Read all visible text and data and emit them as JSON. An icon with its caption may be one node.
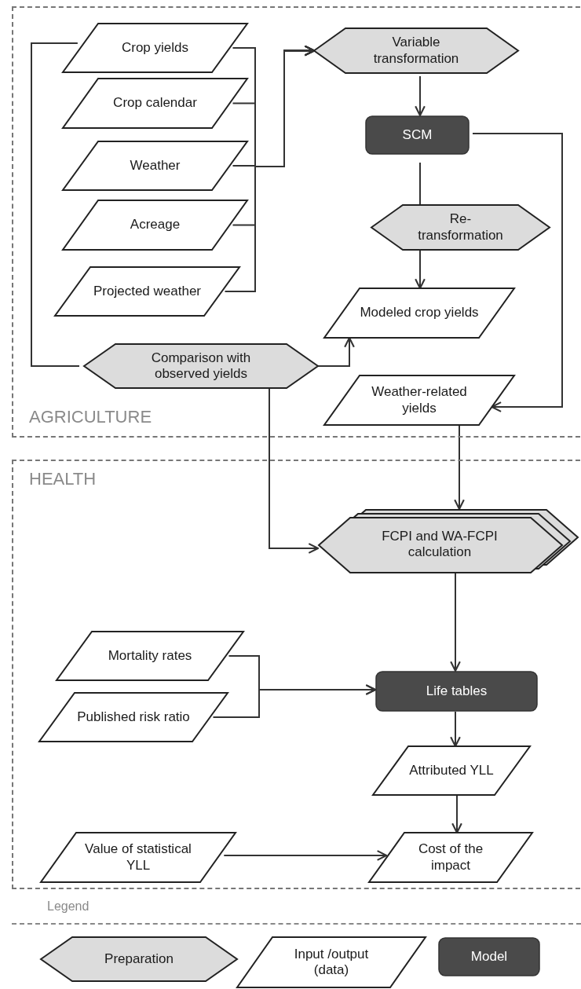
{
  "diagram": {
    "nodes": [
      {
        "text": [
          "AGRICULTURE"
        ]
      },
      {
        "text": [
          "Crop yields"
        ],
        "in": 0
      },
      {
        "text": [
          "Crop calendar"
        ],
        "in": 0
      },
      {
        "text": [
          "Weather"
        ],
        "in": 0
      },
      {
        "text": [
          "Acreage"
        ],
        "in": 0
      },
      {
        "text": [
          "Projected weather"
        ],
        "in": 0
      },
      {
        "text": [
          "Variable transformation"
        ],
        "in": 0
      },
      {
        "text": [
          "SCM"
        ],
        "in": 0
      },
      {
        "text": [
          "Re-transformation"
        ],
        "in": 0
      },
      {
        "text": [
          "Modeled crop yields"
        ],
        "in": 0
      },
      {
        "text": [
          "Comparison with observed yields"
        ],
        "in": 0
      },
      {
        "text": [
          "Weather-related yields"
        ],
        "in": 0
      },
      {
        "text": [
          "HEALTH"
        ]
      },
      {
        "text": [
          "FCPI and WA-FCPI calculation"
        ],
        "in": 12
      },
      {
        "text": [
          "Mortality rates"
        ],
        "in": 12
      },
      {
        "text": [
          "Published risk ratio"
        ],
        "in": 12
      },
      {
        "text": [
          "Life tables"
        ],
        "in": 12
      },
      {
        "text": [
          "Attributed YLL"
        ],
        "in": 12
      },
      {
        "text": [
          "Value of statistical YLL"
        ],
        "in": 12
      },
      {
        "text": [
          "Cost of the impact"
        ],
        "in": 12
      }
    ],
    "edges": [
      {
        "from": 1,
        "to": 6,
        "arrow": "to"
      },
      {
        "from": 2,
        "to": 6,
        "arrow": "to"
      },
      {
        "from": 3,
        "to": 6,
        "arrow": "to"
      },
      {
        "from": 4,
        "to": 6,
        "arrow": "to"
      },
      {
        "from": 5,
        "to": 6,
        "arrow": "to"
      },
      {
        "from": 6,
        "to": 7,
        "arrow": "to"
      },
      {
        "from": 7,
        "to": 8,
        "arrow": "none"
      },
      {
        "from": 8,
        "to": 9,
        "arrow": "to"
      },
      {
        "from": 7,
        "to": 11,
        "arrow": "to"
      },
      {
        "from": 10,
        "to": 9,
        "arrow": "to"
      },
      {
        "from": 10,
        "to": 1,
        "arrow": "none"
      },
      {
        "from": 10,
        "to": 13,
        "arrow": "to"
      },
      {
        "from": 11,
        "to": 13,
        "arrow": "to"
      },
      {
        "from": 13,
        "to": 16,
        "arrow": "to"
      },
      {
        "from": 14,
        "to": 16,
        "arrow": "to"
      },
      {
        "from": 15,
        "to": 16,
        "arrow": "to"
      },
      {
        "from": 16,
        "to": 17,
        "arrow": "to"
      },
      {
        "from": 17,
        "to": 19,
        "arrow": "to"
      },
      {
        "from": 18,
        "to": 19,
        "arrow": "to"
      }
    ],
    "labels": [
      "Legend"
    ],
    "legend": [
      {
        "text": "Preparation"
      },
      {
        "text": "Input /output (data)"
      },
      {
        "text": "Model"
      }
    ]
  }
}
